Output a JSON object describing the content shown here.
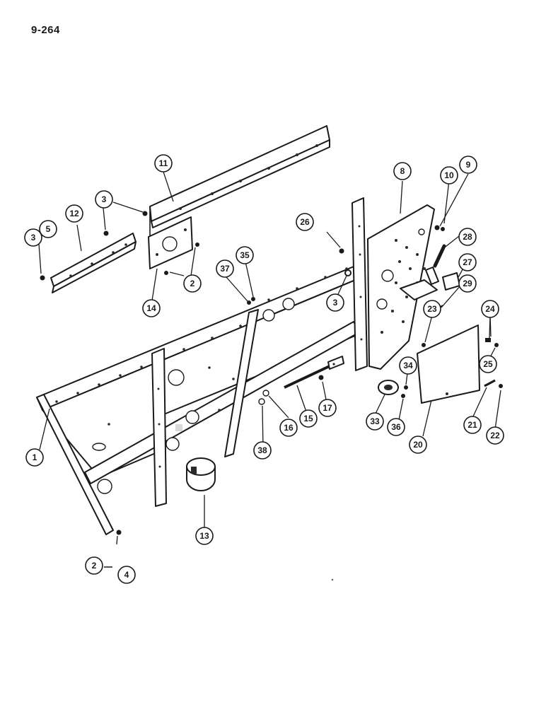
{
  "page_id": "9-264",
  "callouts": [
    {
      "id": "c1",
      "label": "1"
    },
    {
      "id": "c2a",
      "label": "2"
    },
    {
      "id": "c2b",
      "label": "2"
    },
    {
      "id": "c3a",
      "label": "3"
    },
    {
      "id": "c3b",
      "label": "3"
    },
    {
      "id": "c3c",
      "label": "3"
    },
    {
      "id": "c4",
      "label": "4"
    },
    {
      "id": "c5",
      "label": "5"
    },
    {
      "id": "c8",
      "label": "8"
    },
    {
      "id": "c9",
      "label": "9"
    },
    {
      "id": "c10",
      "label": "10"
    },
    {
      "id": "c11",
      "label": "11"
    },
    {
      "id": "c12",
      "label": "12"
    },
    {
      "id": "c13",
      "label": "13"
    },
    {
      "id": "c14",
      "label": "14"
    },
    {
      "id": "c15",
      "label": "15"
    },
    {
      "id": "c16",
      "label": "16"
    },
    {
      "id": "c17",
      "label": "17"
    },
    {
      "id": "c20",
      "label": "20"
    },
    {
      "id": "c21",
      "label": "21"
    },
    {
      "id": "c22",
      "label": "22"
    },
    {
      "id": "c23",
      "label": "23"
    },
    {
      "id": "c24",
      "label": "24"
    },
    {
      "id": "c25",
      "label": "25"
    },
    {
      "id": "c26",
      "label": "26"
    },
    {
      "id": "c27",
      "label": "27"
    },
    {
      "id": "c28",
      "label": "28"
    },
    {
      "id": "c29",
      "label": "29"
    },
    {
      "id": "c33",
      "label": "33"
    },
    {
      "id": "c34",
      "label": "34"
    },
    {
      "id": "c35",
      "label": "35"
    },
    {
      "id": "c36",
      "label": "36"
    },
    {
      "id": "c37",
      "label": "37"
    },
    {
      "id": "c38",
      "label": "38"
    }
  ]
}
